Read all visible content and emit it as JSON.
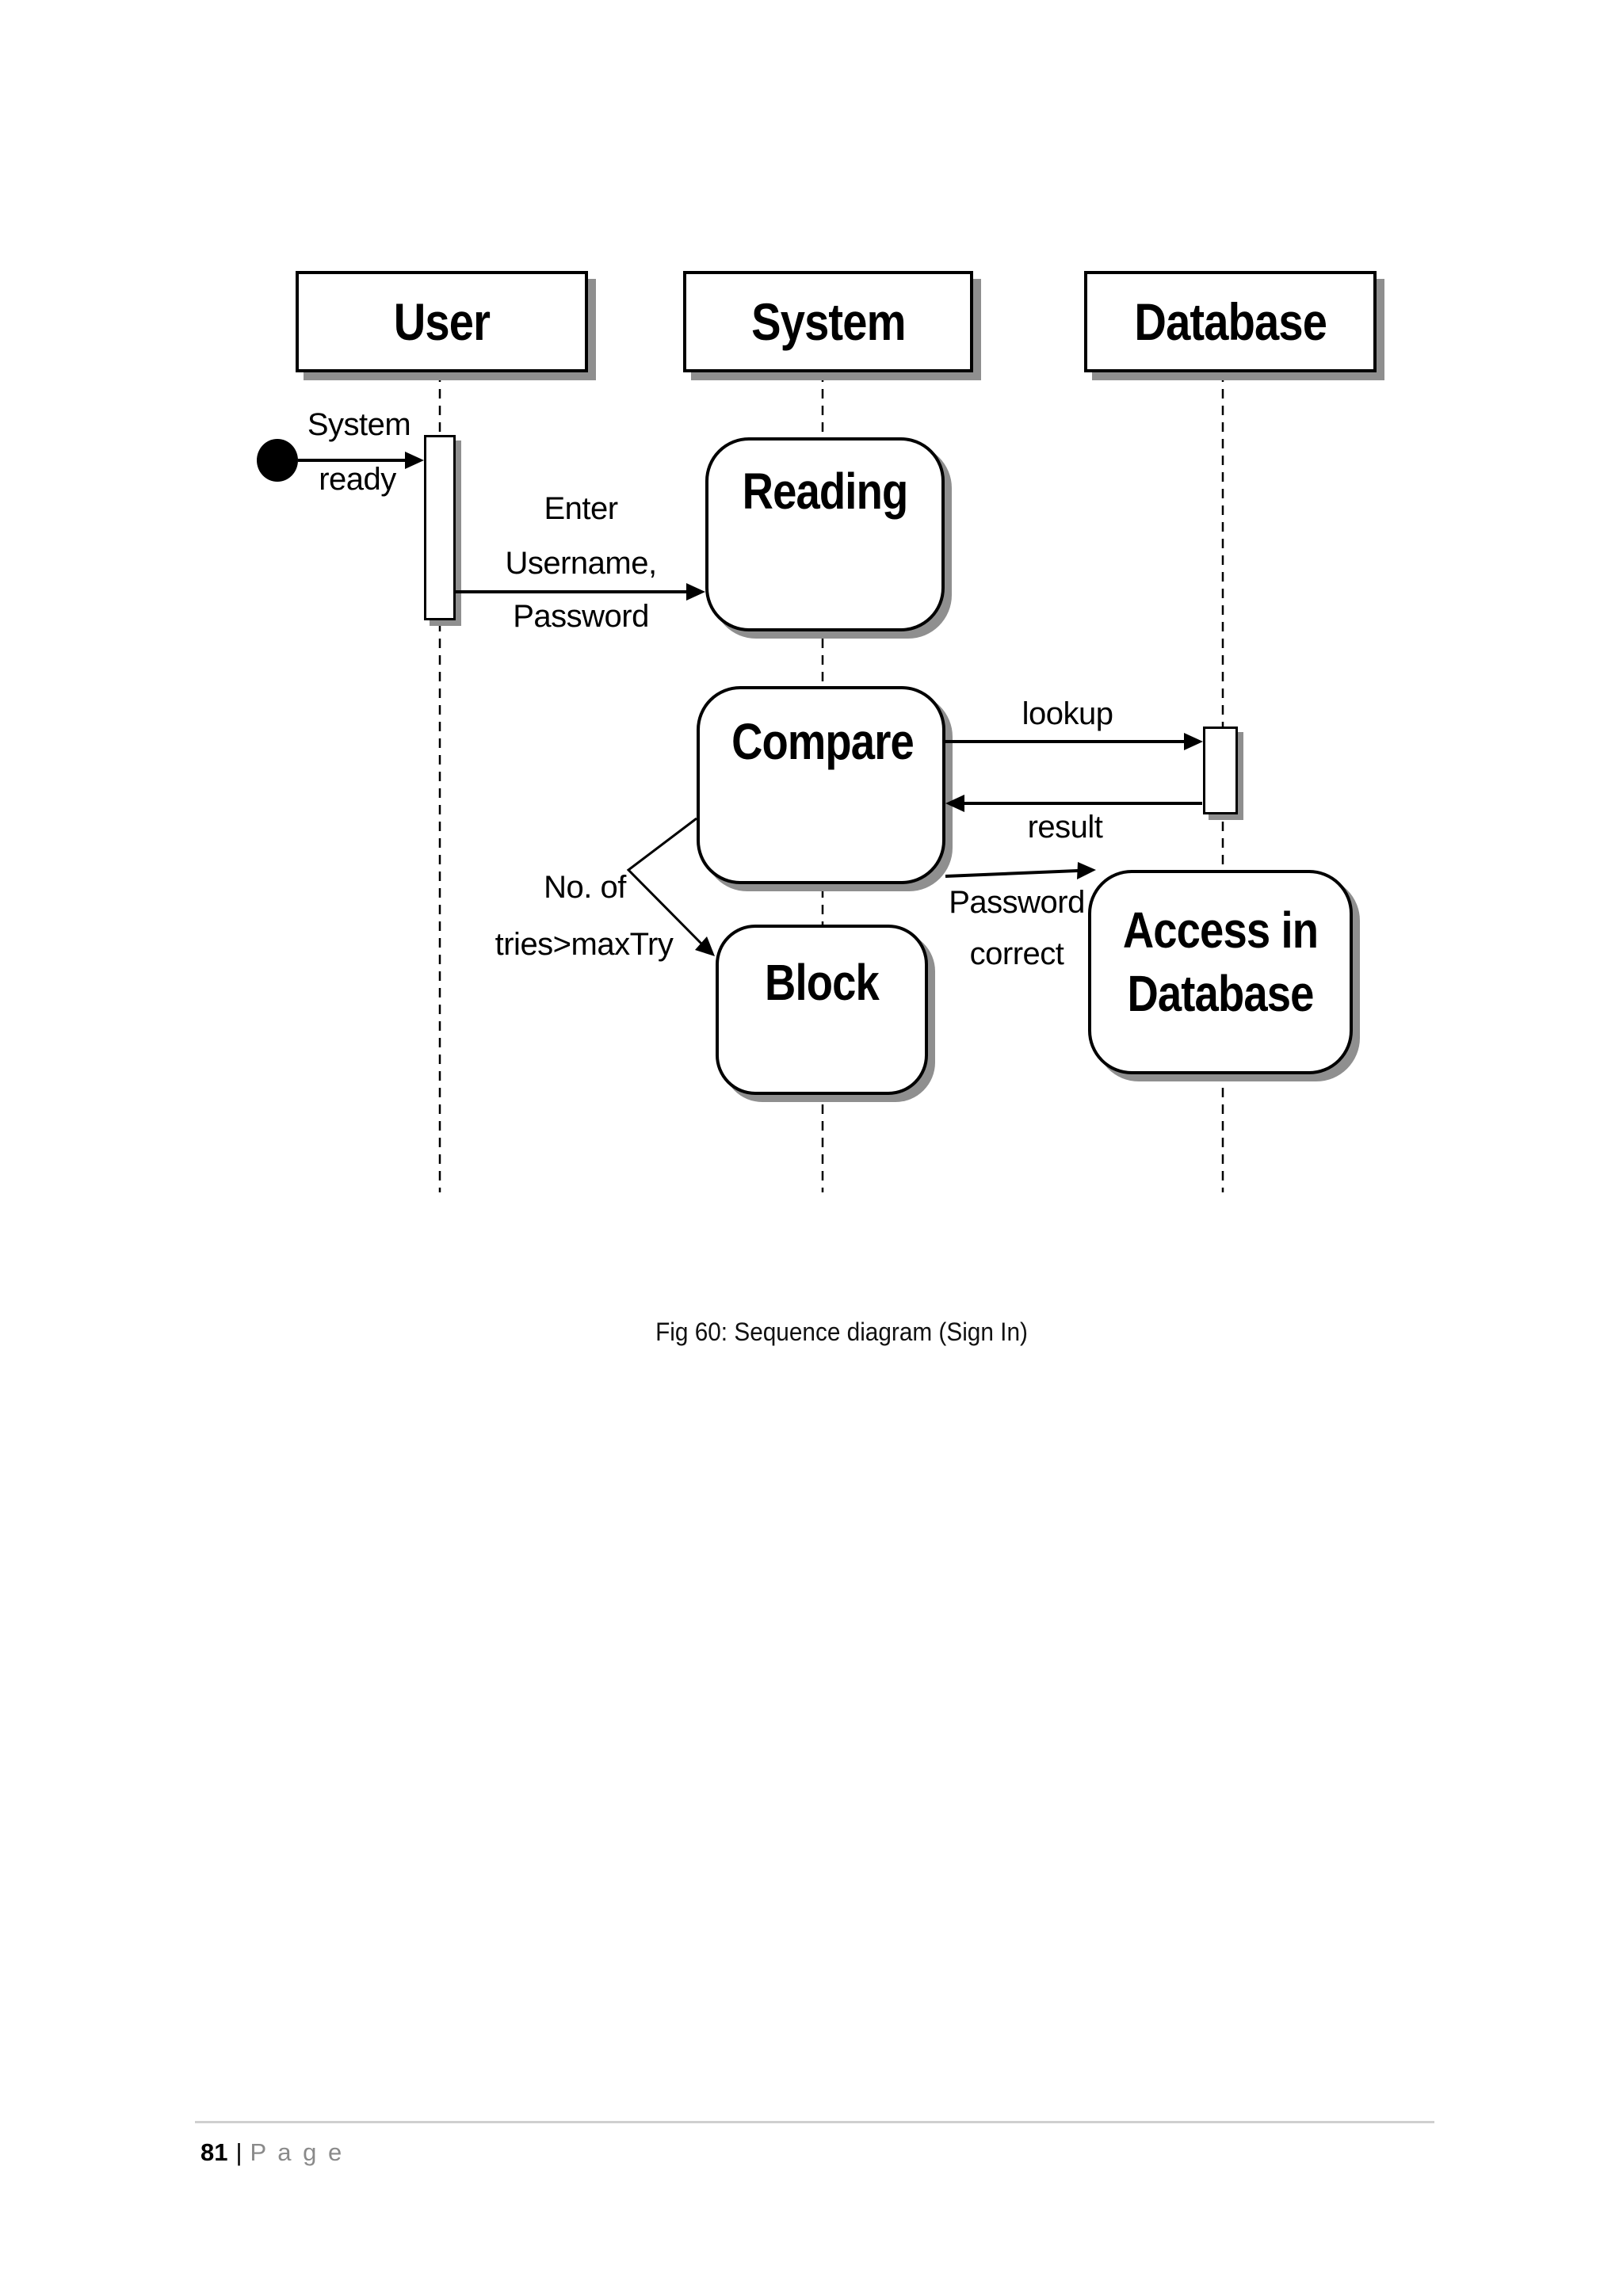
{
  "page": {
    "caption": "Fig 60: Sequence diagram (Sign In)",
    "footer": {
      "page_number": "81",
      "separator": "|",
      "page_word": "P a g e"
    }
  },
  "diagram": {
    "actors": [
      {
        "label": "User"
      },
      {
        "label": "System"
      },
      {
        "label": "Database"
      }
    ],
    "states": {
      "reading": "Reading",
      "compare": "Compare",
      "block": "Block",
      "access": [
        "Access in",
        "Database"
      ]
    },
    "messages": {
      "system_ready": [
        "System",
        "ready"
      ],
      "enter_credentials": [
        "Enter",
        "Username,",
        "Password"
      ],
      "lookup": "lookup",
      "result": "result",
      "max_tries": [
        "No. of",
        "tries>maxTry"
      ],
      "password_correct": [
        "Password",
        "correct"
      ]
    }
  },
  "colors": {
    "ink": "#000000",
    "box_fill": "#ffffff",
    "shadow": "#8f8f8f",
    "footer_gray": "#8a8a8a",
    "footer_rule": "#cfcfcf"
  }
}
